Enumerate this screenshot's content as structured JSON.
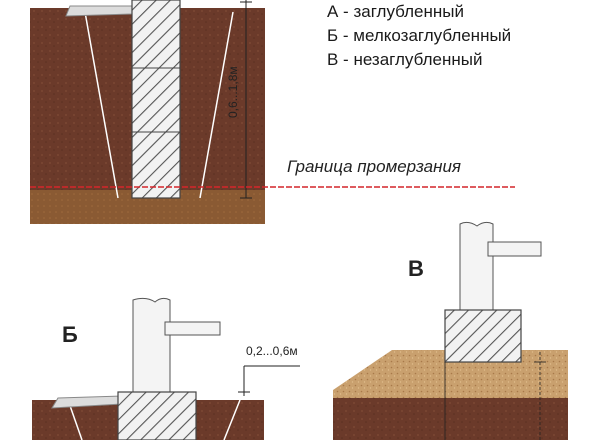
{
  "legend": {
    "a": "А - заглубленный",
    "b": "Б - мелкозаглубленный",
    "v": "В - незаглубленный"
  },
  "labels": {
    "b": "Б",
    "v": "В",
    "frost_line": "Граница промерзания"
  },
  "dimensions": {
    "deep_range": "0,6...1,8м",
    "shallow_range": "0,2...0,6м"
  },
  "colors": {
    "soil_dark": "#6b3a2a",
    "soil_base": "#8a5a33",
    "sand_layer": "#c9a06e",
    "frost_line": "#d4252a",
    "concrete": "#e8e8e8"
  }
}
